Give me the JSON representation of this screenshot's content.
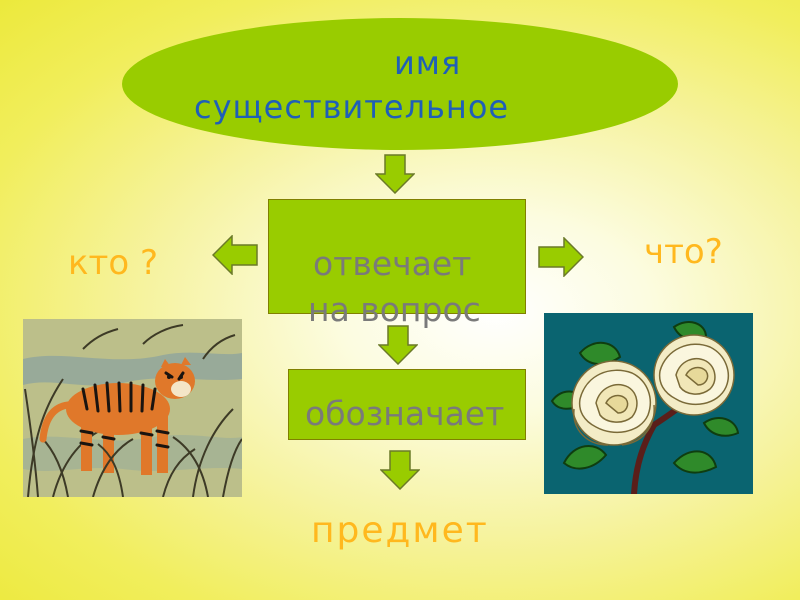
{
  "diagram": {
    "title_line1": "имя",
    "title_line2": "существительное",
    "box_answers": {
      "line1": "отвечает",
      "line2": "на вопрос"
    },
    "question_left": "кто ?",
    "question_right": "что?",
    "box_denotes": "обозначает",
    "result": "предмет"
  },
  "images": {
    "left": "tiger-image",
    "right": "white-roses-image"
  },
  "colors": {
    "shape_fill": "#99cc00",
    "title_text": "#1f5fb8",
    "box_text": "#7a7a7a",
    "accent_text": "#ffb81e",
    "background": "#f6f3a0"
  }
}
